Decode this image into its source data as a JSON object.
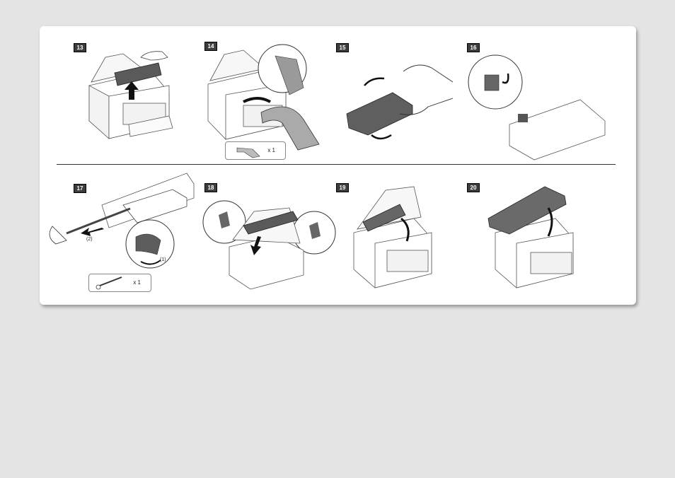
{
  "steps": [
    {
      "number": "13"
    },
    {
      "number": "14",
      "part_quantity": "x 1"
    },
    {
      "number": "15"
    },
    {
      "number": "16"
    },
    {
      "number": "17",
      "part_quantity": "x 1",
      "callouts": [
        "(2)",
        "(1)"
      ]
    },
    {
      "number": "18"
    },
    {
      "number": "19"
    },
    {
      "number": "20"
    }
  ]
}
